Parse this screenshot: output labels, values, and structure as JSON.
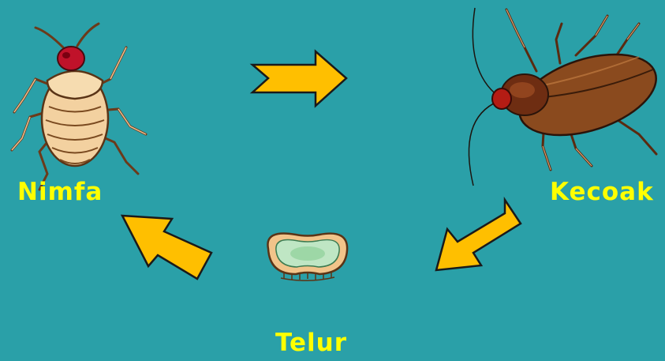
{
  "stages": {
    "nymph": {
      "label": "Nimfa",
      "icon": "cockroach-nymph-icon"
    },
    "adult": {
      "label": "Kecoak",
      "icon": "adult-cockroach-icon"
    },
    "egg": {
      "label": "Telur",
      "icon": "egg-capsule-icon"
    }
  },
  "arrows": [
    {
      "from": "nymph",
      "to": "adult",
      "direction": "right"
    },
    {
      "from": "adult",
      "to": "egg",
      "direction": "down-left"
    },
    {
      "from": "egg",
      "to": "nymph",
      "direction": "up-left"
    }
  ],
  "colors": {
    "background": "#2aa0a8",
    "label": "#ffff00",
    "arrow_fill": "#ffbf00",
    "arrow_stroke": "#1a1a1a"
  }
}
